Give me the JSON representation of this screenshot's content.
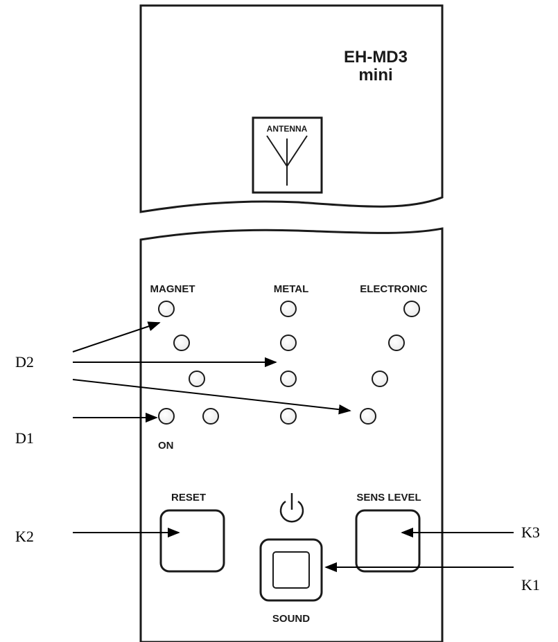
{
  "device": {
    "model": "EH-MD3",
    "model_sub": "mini",
    "antenna_label": "ANTENNA"
  },
  "indicators": {
    "magnet_label": "MAGNET",
    "metal_label": "METAL",
    "electronic_label": "ELECTRONIC",
    "on_label": "ON"
  },
  "buttons": {
    "reset_label": "RESET",
    "sens_level_label": "SENS LEVEL",
    "sound_label": "SOUND",
    "power_icon": "power-icon"
  },
  "annotations": {
    "d1": "D1",
    "d2": "D2",
    "k1": "K1",
    "k2": "K2",
    "k3": "K3"
  },
  "colors": {
    "stroke": "#1a1a1a",
    "background": "#ffffff"
  }
}
